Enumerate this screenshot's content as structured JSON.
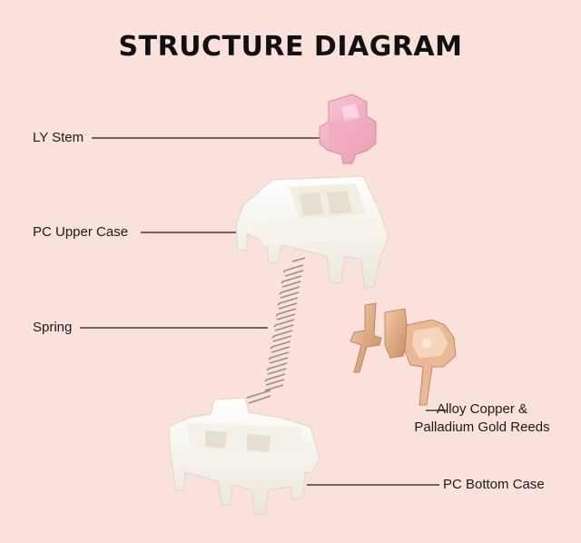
{
  "title": "STRUCTURE DIAGRAM",
  "labels": {
    "stem": "LY Stem",
    "upper_case": "PC Upper Case",
    "spring": "Spring",
    "reeds_line1": "Alloy Copper &",
    "reeds_line2": "Palladium Gold Reeds",
    "bottom_case": "PC Bottom Case"
  },
  "colors": {
    "background": "#fbe1dc",
    "stem": "#f4b3c6",
    "case": "#fdfbf5",
    "spring": "#a89890",
    "reeds": "#d9a07a",
    "leader_line": "#1a1a1a"
  }
}
